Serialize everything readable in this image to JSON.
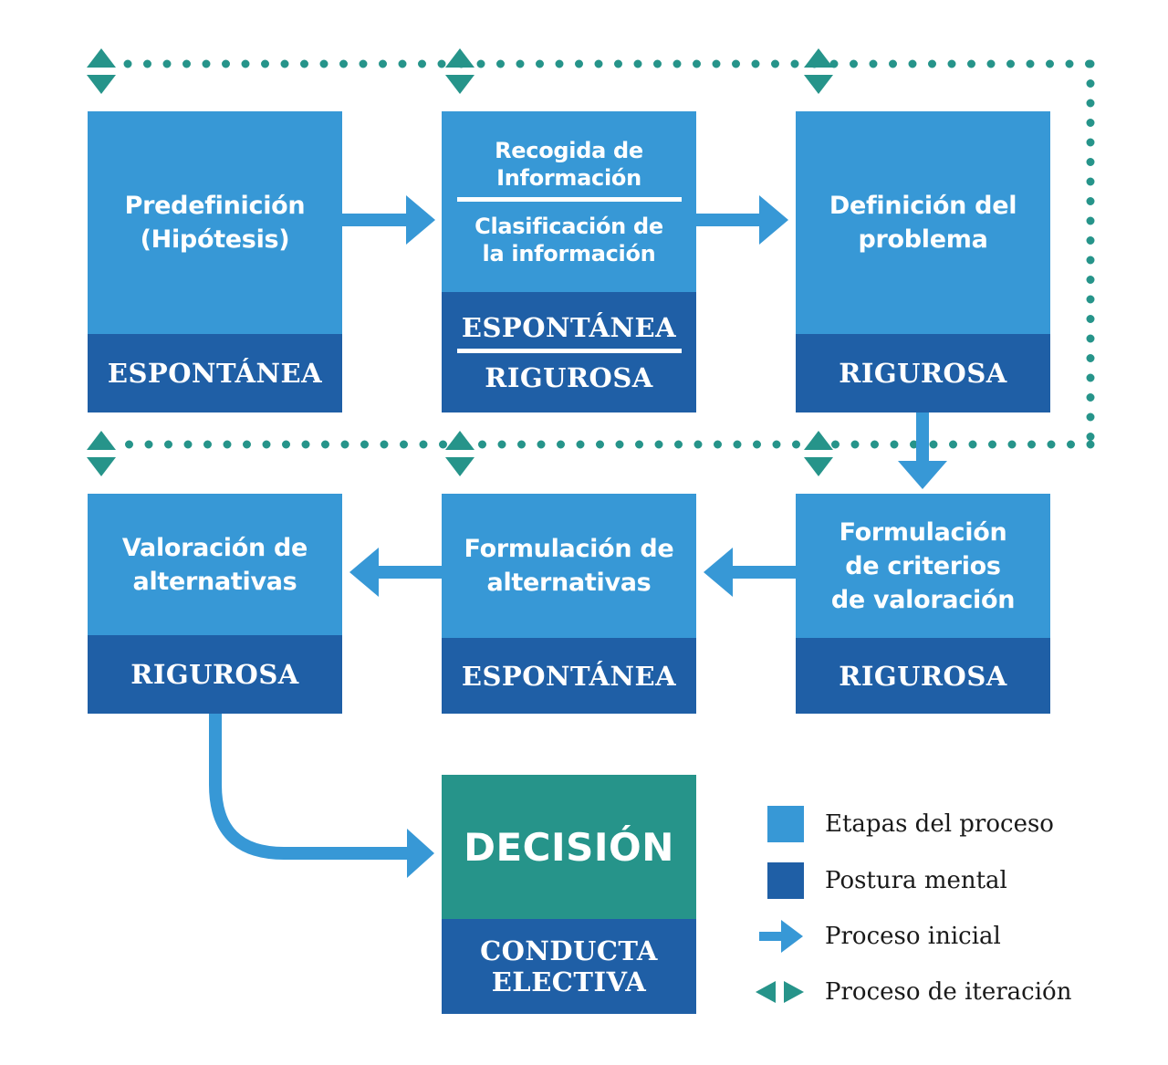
{
  "stages": {
    "predefinicion": {
      "label": "Predefinición\n(Hipótesis)",
      "posture": "ESPONTÁNEA"
    },
    "recogida": {
      "label_top": "Recogida de\nInformación",
      "label_bottom": "Clasificación de\nla información",
      "posture_top": "ESPONTÁNEA",
      "posture_bottom": "RIGUROSA"
    },
    "definicion": {
      "label": "Definición del\nproblema",
      "posture": "RIGUROSA"
    },
    "criterios": {
      "label": "Formulación\nde criterios\nde valoración",
      "posture": "RIGUROSA"
    },
    "formulacion_alternativas": {
      "label": "Formulación de\nalternativas",
      "posture": "ESPONTÁNEA"
    },
    "valoracion_alternativas": {
      "label": "Valoración de\nalternativas",
      "posture": "RIGUROSA"
    }
  },
  "decision": {
    "label": "DECISIÓN",
    "posture": "CONDUCTA\nELECTIVA"
  },
  "legend": {
    "stage": "Etapas del proceso",
    "posture": "Postura mental",
    "initial": "Proceso inicial",
    "iteration": "Proceso de iteración"
  },
  "colors": {
    "stage": "#3798d6",
    "posture": "#1f5fa6",
    "decision": "#26948a",
    "iteration": "#26948a",
    "arrow": "#3798d6"
  }
}
